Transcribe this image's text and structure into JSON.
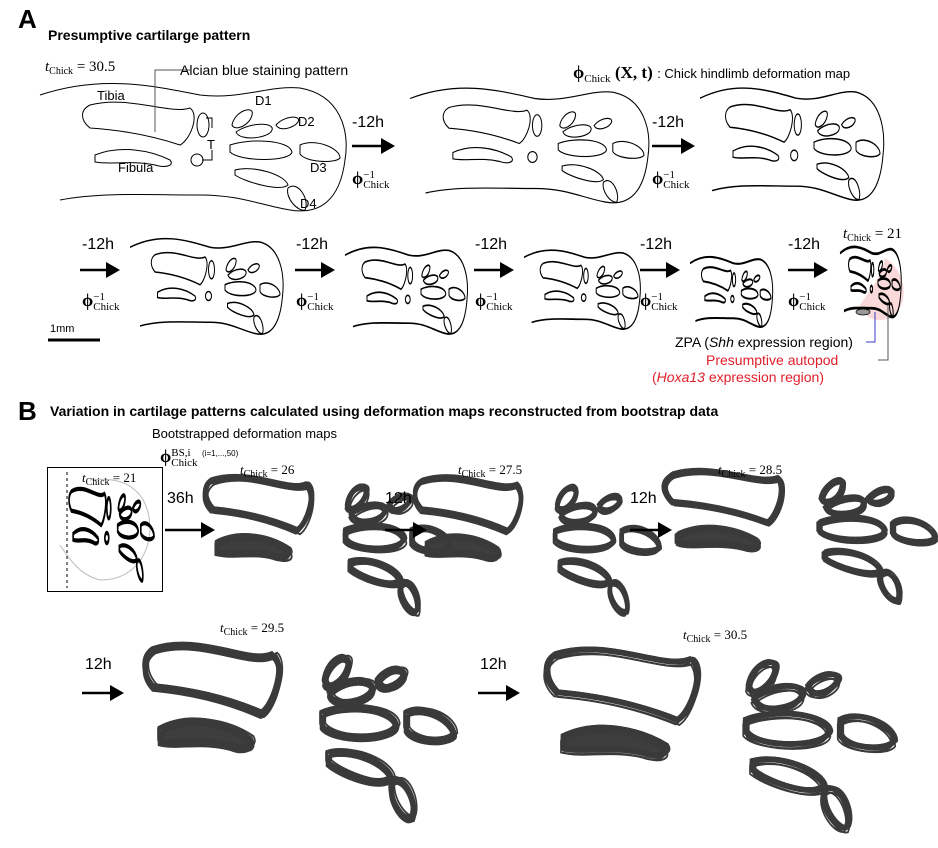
{
  "panel_a": {
    "letter": "A",
    "title": "Presumptive cartilarge pattern",
    "t_start": {
      "var": "t",
      "sub": "Chick",
      "value": "= 30.5"
    },
    "t_end": {
      "var": "t",
      "sub": "Chick",
      "value": "= 21"
    },
    "alcian_label": "Alcian blue staining pattern",
    "map_symbol": "ϕ",
    "map_sub": "Chick",
    "map_args": "(X, t)",
    "map_desc": ": Chick hindlimb deformation map",
    "bone_labels": {
      "tibia": "Tibia",
      "fibula": "Fibula",
      "tarsal": "T",
      "d1": "D1",
      "d2": "D2",
      "d3": "D3",
      "d4": "D4"
    },
    "step_label": "-12h",
    "inverse_sup": "−1",
    "inverse_sub": "Chick",
    "scale_bar": "1mm",
    "zpa_label_pre": "ZPA (",
    "zpa_gene": "Shh",
    "zpa_label_post": " expression region)",
    "autopod_label": "Presumptive autopod",
    "autopod_gene_pre": "(",
    "autopod_gene": "Hoxa13",
    "autopod_gene_post": " expression region)",
    "colors": {
      "autopod": "#e0202a",
      "autopod_fill": "#f9d9d9",
      "zpa_line": "#3a3ad0"
    }
  },
  "panel_b": {
    "letter": "B",
    "title": "Variation in cartilage patterns calculated using deformation maps reconstructed from bootstrap data",
    "subtitle": "Bootstrapped deformation maps",
    "bs_sup": "BS,i",
    "bs_sub": "Chick",
    "bs_range": "(i=1,...,50)",
    "steps": [
      {
        "duration": "36h",
        "t": "= 26"
      },
      {
        "duration": "12h",
        "t": "= 27.5"
      },
      {
        "duration": "12h",
        "t": "= 28.5"
      },
      {
        "duration": "12h",
        "t": "= 29.5"
      },
      {
        "duration": "12h",
        "t": "= 30.5"
      }
    ],
    "start_t": "= 21",
    "t_var": "t",
    "t_sub": "Chick",
    "colors": {
      "ensemble": "#3a3a3a"
    }
  }
}
